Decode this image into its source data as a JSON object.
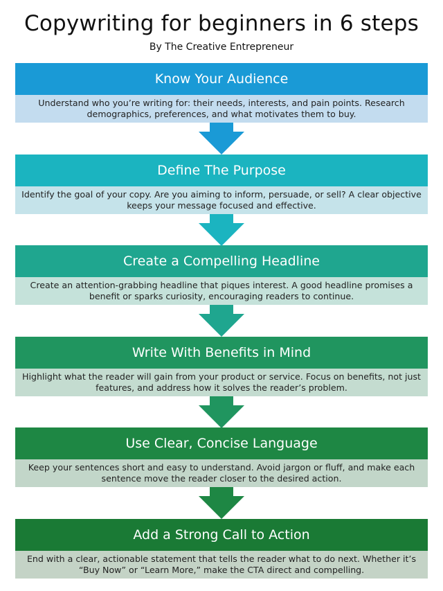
{
  "title": "Copywriting for beginners in 6 steps",
  "subtitle": "By The Creative Entrepreneur",
  "steps": [
    {
      "heading": "Know Your Audience",
      "text": "Understand who you’re writing for: their needs, interests, and pain points. Research demographics, preferences, and what motivates them to buy.",
      "color": "#1a9ad6",
      "light": "#c3dcef"
    },
    {
      "heading": "Define The Purpose",
      "text": "Identify the goal of your copy. Are you aiming to inform, persuade, or sell? A clear objective keeps your message focused and effective.",
      "color": "#1bb4c0",
      "light": "#c5e3ea"
    },
    {
      "heading": "Create a Compelling Headline",
      "text": "Create an attention-grabbing headline that piques interest. A good headline promises a benefit or sparks curiosity, encouraging readers to continue.",
      "color": "#1fa68f",
      "light": "#c5e2da"
    },
    {
      "heading": "Write With Benefits in Mind",
      "text": "Highlight what the reader will gain from your product or service. Focus on benefits, not just features, and address how it solves the reader’s problem.",
      "color": "#20955f",
      "light": "#c4dcd0"
    },
    {
      "heading": "Use Clear, Concise Language",
      "text": "Keep your sentences short and easy to understand. Avoid jargon or fluff, and make each sentence move the reader closer to the desired action.",
      "color": "#1e8744",
      "light": "#c2d6c9"
    },
    {
      "heading": "Add a Strong Call to Action",
      "text": "End with a clear, actionable statement that tells the reader what to do next. Whether it’s “Buy Now” or “Learn More,” make the CTA direct and compelling.",
      "color": "#1a7a35",
      "light": "#c4d3c6"
    }
  ]
}
